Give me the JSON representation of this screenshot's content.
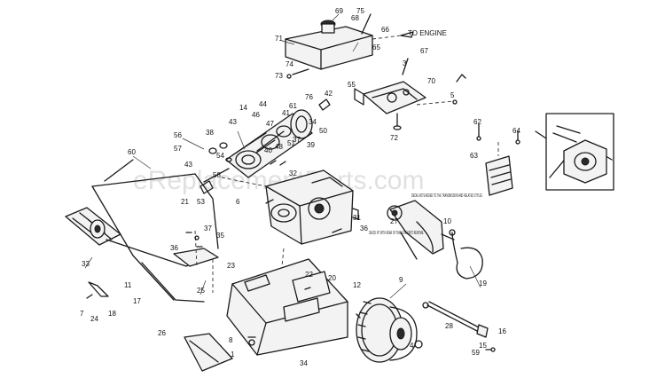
{
  "watermark": "eReplacementParts.com",
  "notes": {
    "to_engine": "TO ENGINE",
    "decal_note": "DECAL NOTE ADDED TO THE TRANSMISSION AND RELATED STYLES",
    "decal_fit": "CHECK FIT WITH REAR OF TANK FOR FIRST REMOVAL"
  },
  "labels": [
    "69",
    "68",
    "75",
    "66",
    "71",
    "65",
    "74",
    "73",
    "67",
    "76",
    "70",
    "72",
    "5",
    "3",
    "55",
    "44",
    "42",
    "14",
    "43",
    "46",
    "47",
    "61",
    "41",
    "56",
    "38",
    "34",
    "50",
    "57",
    "40",
    "48",
    "51",
    "39",
    "54",
    "37",
    "60",
    "43",
    "58",
    "21",
    "53",
    "6",
    "32",
    "31",
    "36",
    "62",
    "64",
    "63",
    "27",
    "10",
    "37",
    "35",
    "33",
    "36",
    "25",
    "23",
    "22",
    "20",
    "12",
    "9",
    "19",
    "7",
    "24",
    "18",
    "11",
    "17",
    "8",
    "26",
    "34",
    "28",
    "15",
    "16",
    "4",
    "59",
    "1"
  ]
}
